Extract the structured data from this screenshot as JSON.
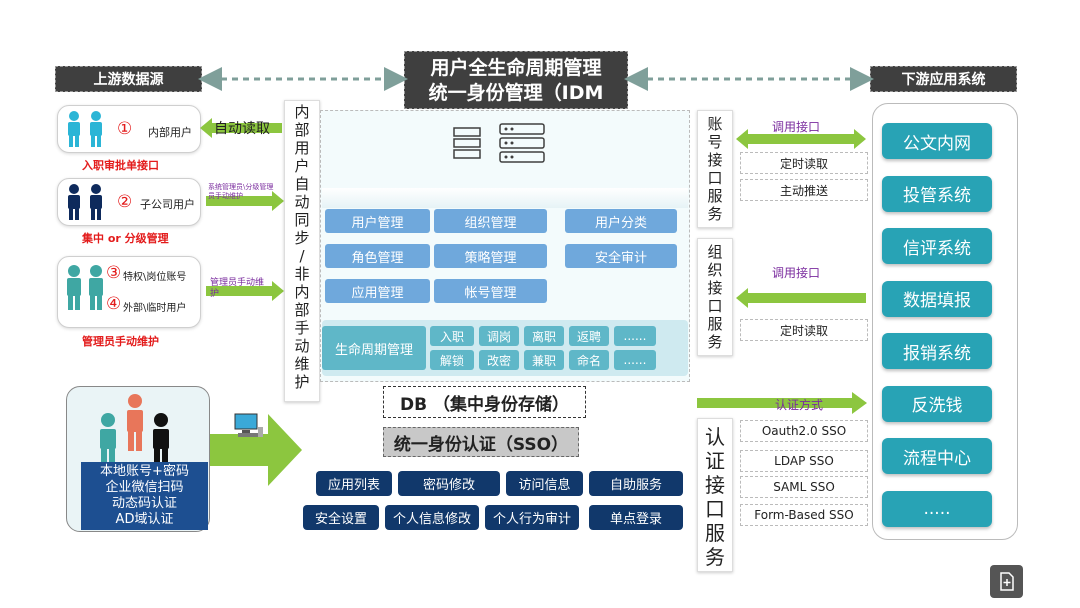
{
  "header": {
    "upstream": "上游数据源",
    "title_line1": "用户全生命周期管理",
    "title_line2": "统一身份管理（IDM",
    "downstream": "下游应用系统"
  },
  "upstream": {
    "row1": {
      "num": "①",
      "label": "内部用户",
      "caption": "入职审批单接口"
    },
    "row2": {
      "num": "②",
      "label": "子公司用户",
      "caption": "集中 or 分级管理"
    },
    "row3": {
      "num1": "③",
      "label1": "特权\\岗位账号",
      "num2": "④",
      "label2": "外部\\临时用户",
      "caption": "管理员手动维护"
    }
  },
  "arrows": {
    "auto_read": "自动读取",
    "sys_admin": "系统管理员\\分级管理员手动维护",
    "admin_manual": "管理员手动维护"
  },
  "sync_vertical": [
    "内",
    "部",
    "用",
    "户",
    "自",
    "动",
    "同",
    "步",
    "/",
    "非",
    "内",
    "部",
    "手",
    "动",
    "维",
    "护"
  ],
  "idm_modules": {
    "user_mgmt": "用户管理",
    "org_mgmt": "组织管理",
    "user_class": "用户分类",
    "role_mgmt": "角色管理",
    "policy_mgmt": "策略管理",
    "security_audit": "安全审计",
    "app_mgmt": "应用管理",
    "account_mgmt": "帐号管理",
    "lifecycle": "生命周期管理",
    "lifecycle_items": [
      "入职",
      "调岗",
      "离职",
      "返聘",
      "......",
      "解锁",
      "改密",
      "兼职",
      "命名",
      "......"
    ]
  },
  "db": "DB （集中身份存储）",
  "sso": {
    "title": "统一身份认证（SSO）",
    "row1": [
      "应用列表",
      "密码修改",
      "访问信息",
      "自助服务"
    ],
    "row2": [
      "安全设置",
      "个人信息修改",
      "个人行为审计",
      "单点登录"
    ]
  },
  "auth_methods": [
    "本地账号+密码",
    "企业微信扫码",
    "动态码认证",
    "AD域认证"
  ],
  "account_service": {
    "vertical": [
      "账",
      "号",
      "接",
      "口",
      "服",
      "务"
    ],
    "call": "调用接口",
    "timed_read": "定时读取",
    "push": "主动推送"
  },
  "org_service": {
    "vertical": [
      "组",
      "织",
      "接",
      "口",
      "服",
      "务"
    ],
    "call": "调用接口",
    "timed_read": "定时读取"
  },
  "auth_service": {
    "vertical": [
      "认",
      "证",
      "接",
      "口",
      "服",
      "务"
    ],
    "method_label": "认证方式",
    "methods": [
      "Oauth2.0 SSO",
      "LDAP SSO",
      "SAML SSO",
      "Form-Based SSO"
    ]
  },
  "downstream_apps": [
    "公文内网",
    "投管系统",
    "信评系统",
    "数据填报",
    "报销系统",
    "反洗钱",
    "流程中心",
    "....."
  ],
  "colors": {
    "arrow_green": "#8cc63f",
    "navy": "#11386b",
    "teal": "#28a3b5",
    "dark_header": "#3f3f3f"
  }
}
